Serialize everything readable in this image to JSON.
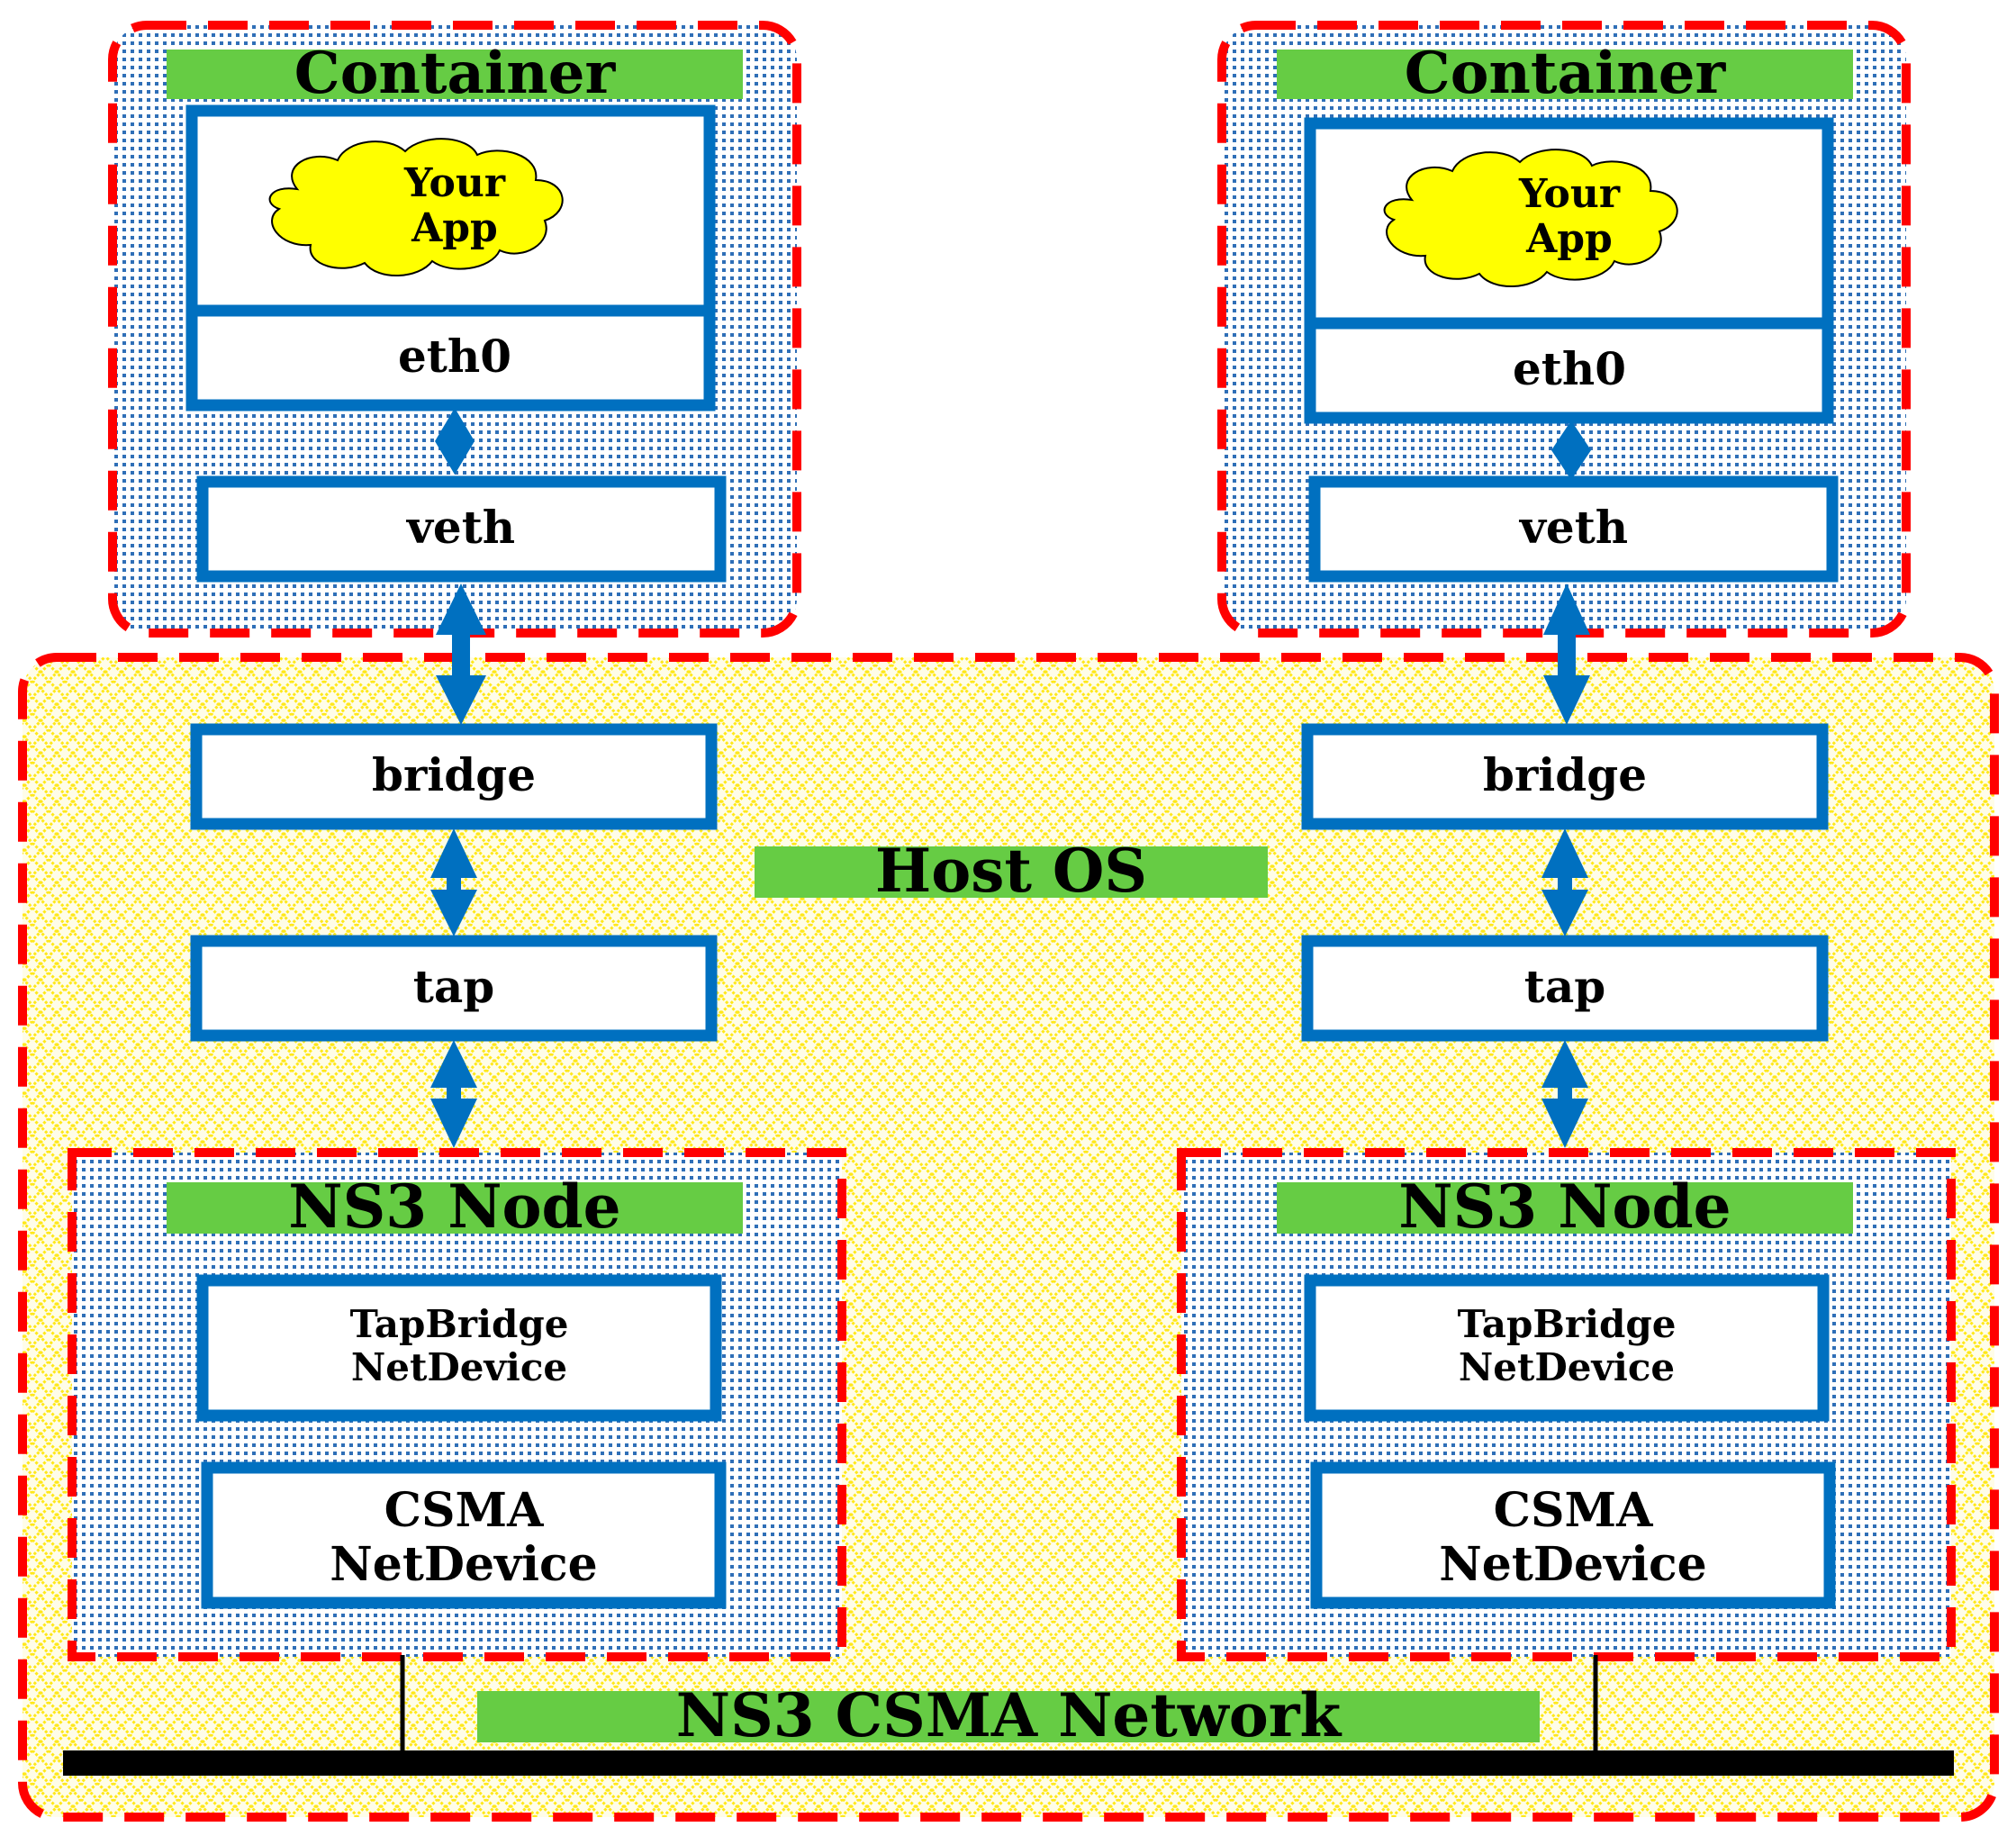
{
  "host": {
    "label": "Host OS"
  },
  "network": {
    "label": "NS3 CSMA Network"
  },
  "left": {
    "container": {
      "label": "Container",
      "app": [
        "Your",
        "App"
      ],
      "eth0": "eth0",
      "veth": "veth"
    },
    "bridge": "bridge",
    "tap": "tap",
    "node": {
      "label": "NS3 Node",
      "tapbridge": [
        "TapBridge",
        "NetDevice"
      ],
      "csma": [
        "CSMA",
        "NetDevice"
      ]
    }
  },
  "right": {
    "container": {
      "label": "Container",
      "app": [
        "Your",
        "App"
      ],
      "eth0": "eth0",
      "veth": "veth"
    },
    "bridge": "bridge",
    "tap": "tap",
    "node": {
      "label": "NS3 Node",
      "tapbridge": [
        "TapBridge",
        "NetDevice"
      ],
      "csma": [
        "CSMA",
        "NetDevice"
      ]
    }
  },
  "colors": {
    "border_red": "#ff0000",
    "box_blue": "#0070c0",
    "label_green": "#66cc44",
    "cloud_yellow": "#ffff00",
    "hatch_yellow": "#ffe81a",
    "dots_blue": "#2f6fb7"
  }
}
